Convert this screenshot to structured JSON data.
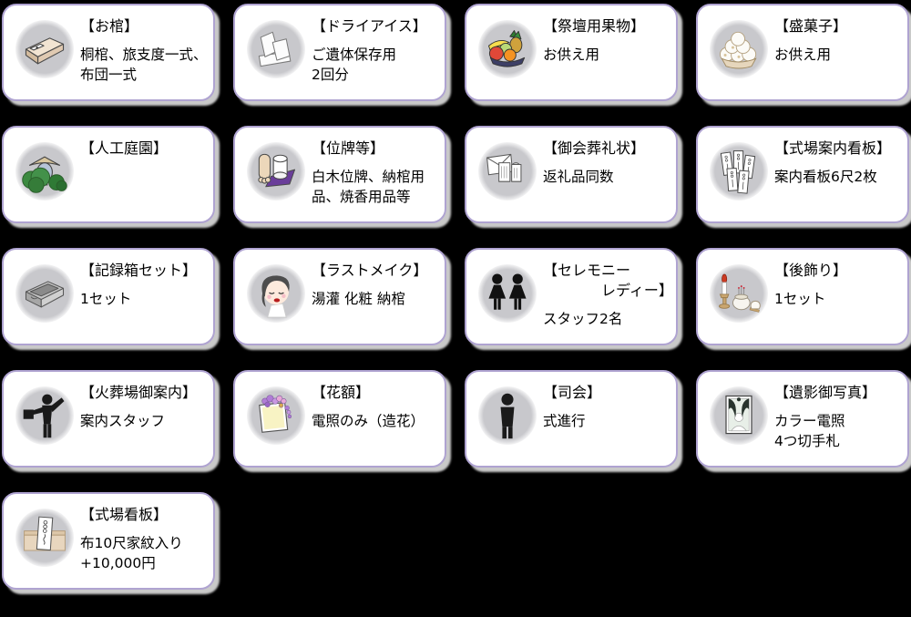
{
  "page": {
    "background_color": "#000000",
    "card_background": "#ffffff",
    "card_border_color": "#afa3d1",
    "card_shadow_color": "#c9c9c9",
    "text_color": "#000000"
  },
  "cards": [
    {
      "icon": "coffin-icon",
      "title": "【お棺】",
      "description": "桐棺、旅支度一式、布団一式"
    },
    {
      "icon": "dry-ice-icon",
      "title": "【ドライアイス】",
      "description": "ご遺体保存用\n2回分"
    },
    {
      "icon": "fruit-offering-icon",
      "title": "【祭壇用果物】",
      "description": "お供え用"
    },
    {
      "icon": "sweets-offering-icon",
      "title": "【盛菓子】",
      "description": "お供え用"
    },
    {
      "icon": "artificial-garden-icon",
      "title": "【人工庭園】",
      "description": ""
    },
    {
      "icon": "memorial-tablet-icon",
      "title": "【位牌等】",
      "description": "白木位牌、納棺用品、焼香用品等"
    },
    {
      "icon": "condolence-letter-icon",
      "title": "【御会葬礼状】",
      "description": "返礼品同数"
    },
    {
      "icon": "venue-guide-signs-icon",
      "title": "【式場案内看板】",
      "description": "案内看板6尺2枚"
    },
    {
      "icon": "record-box-icon",
      "title": "【記録箱セット】",
      "description": "1セット"
    },
    {
      "icon": "last-makeup-icon",
      "title": "【ラストメイク】",
      "description": "湯灌 化粧 納棺"
    },
    {
      "icon": "ceremony-ladies-icon",
      "title": "【セレモニー\n　　　　レディー】",
      "description": "スタッフ2名"
    },
    {
      "icon": "after-altar-icon",
      "title": "【後飾り】",
      "description": "1セット"
    },
    {
      "icon": "crematory-guide-icon",
      "title": "【火葬場御案内】",
      "description": "案内スタッフ"
    },
    {
      "icon": "flower-frame-icon",
      "title": "【花額】",
      "description": "電照のみ（造花）"
    },
    {
      "icon": "mc-person-icon",
      "title": "【司会】",
      "description": "式進行"
    },
    {
      "icon": "memorial-portrait-icon",
      "title": "【遺影御写真】",
      "description": "カラー電照\n4つ切手札"
    },
    {
      "icon": "venue-signboard-icon",
      "title": "【式場看板】",
      "description": "布10尺家紋入り\n+10,000円"
    }
  ]
}
